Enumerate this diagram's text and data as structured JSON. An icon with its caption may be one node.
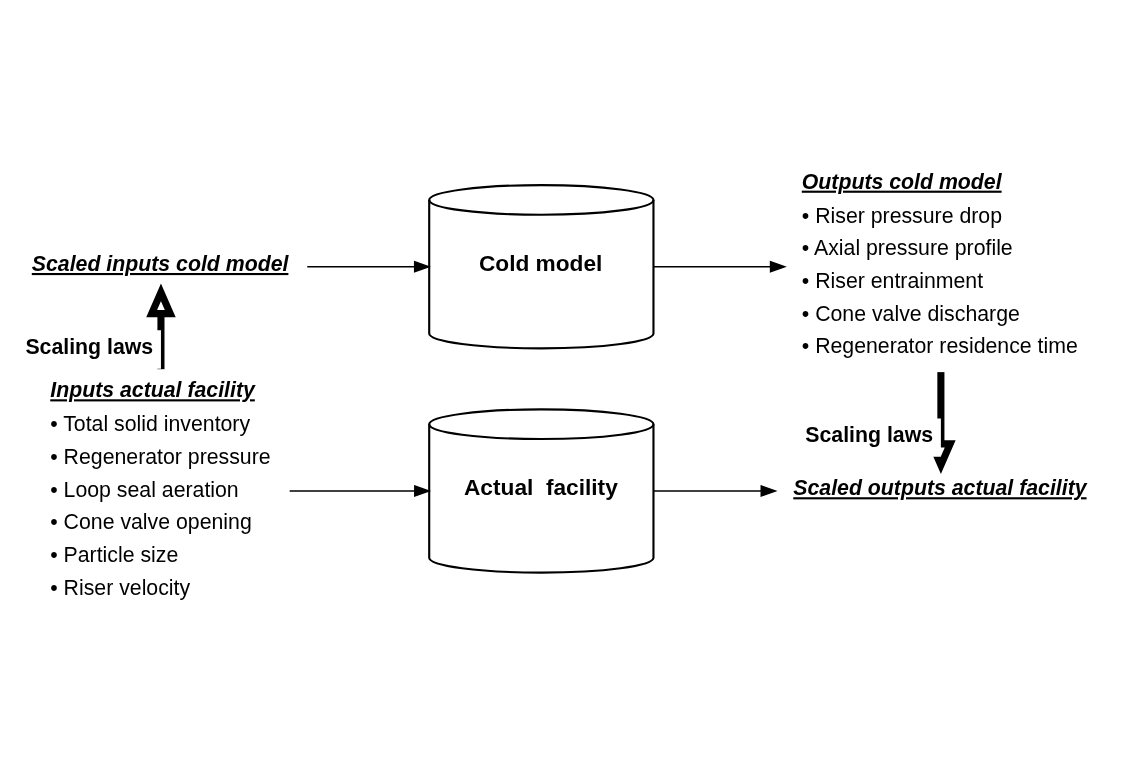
{
  "diagram": {
    "nodes": [
      {
        "text": [
          "Scaled inputs cold model"
        ]
      },
      {
        "text": [
          "Cold model"
        ]
      },
      {
        "text": [
          "Outputs cold model",
          "• Riser pressure drop",
          "• Axial pressure profile",
          "• Riser entrainment",
          "• Cone valve discharge",
          "• Regenerator residence time"
        ]
      },
      {
        "text": [
          "Inputs actual facility",
          "• Total solid inventory",
          "• Regenerator pressure",
          "• Loop seal aeration",
          "• Cone valve opening",
          "• Particle size",
          "• Riser velocity"
        ]
      },
      {
        "text": [
          "Actual  facility"
        ]
      },
      {
        "text": [
          "Scaled outputs actual facility"
        ]
      }
    ],
    "edges": [
      {
        "from": 0,
        "to": 1,
        "arrow": "to"
      },
      {
        "from": 1,
        "to": 2,
        "arrow": "to"
      },
      {
        "from": 3,
        "to": 4,
        "arrow": "to"
      },
      {
        "from": 4,
        "to": 5,
        "arrow": "to"
      },
      {
        "from": 3,
        "to": 0,
        "arrow": "to",
        "label": "Scaling laws",
        "style": "thick"
      },
      {
        "from": 2,
        "to": 5,
        "arrow": "to",
        "label": "Scaling laws",
        "style": "thick"
      }
    ]
  }
}
